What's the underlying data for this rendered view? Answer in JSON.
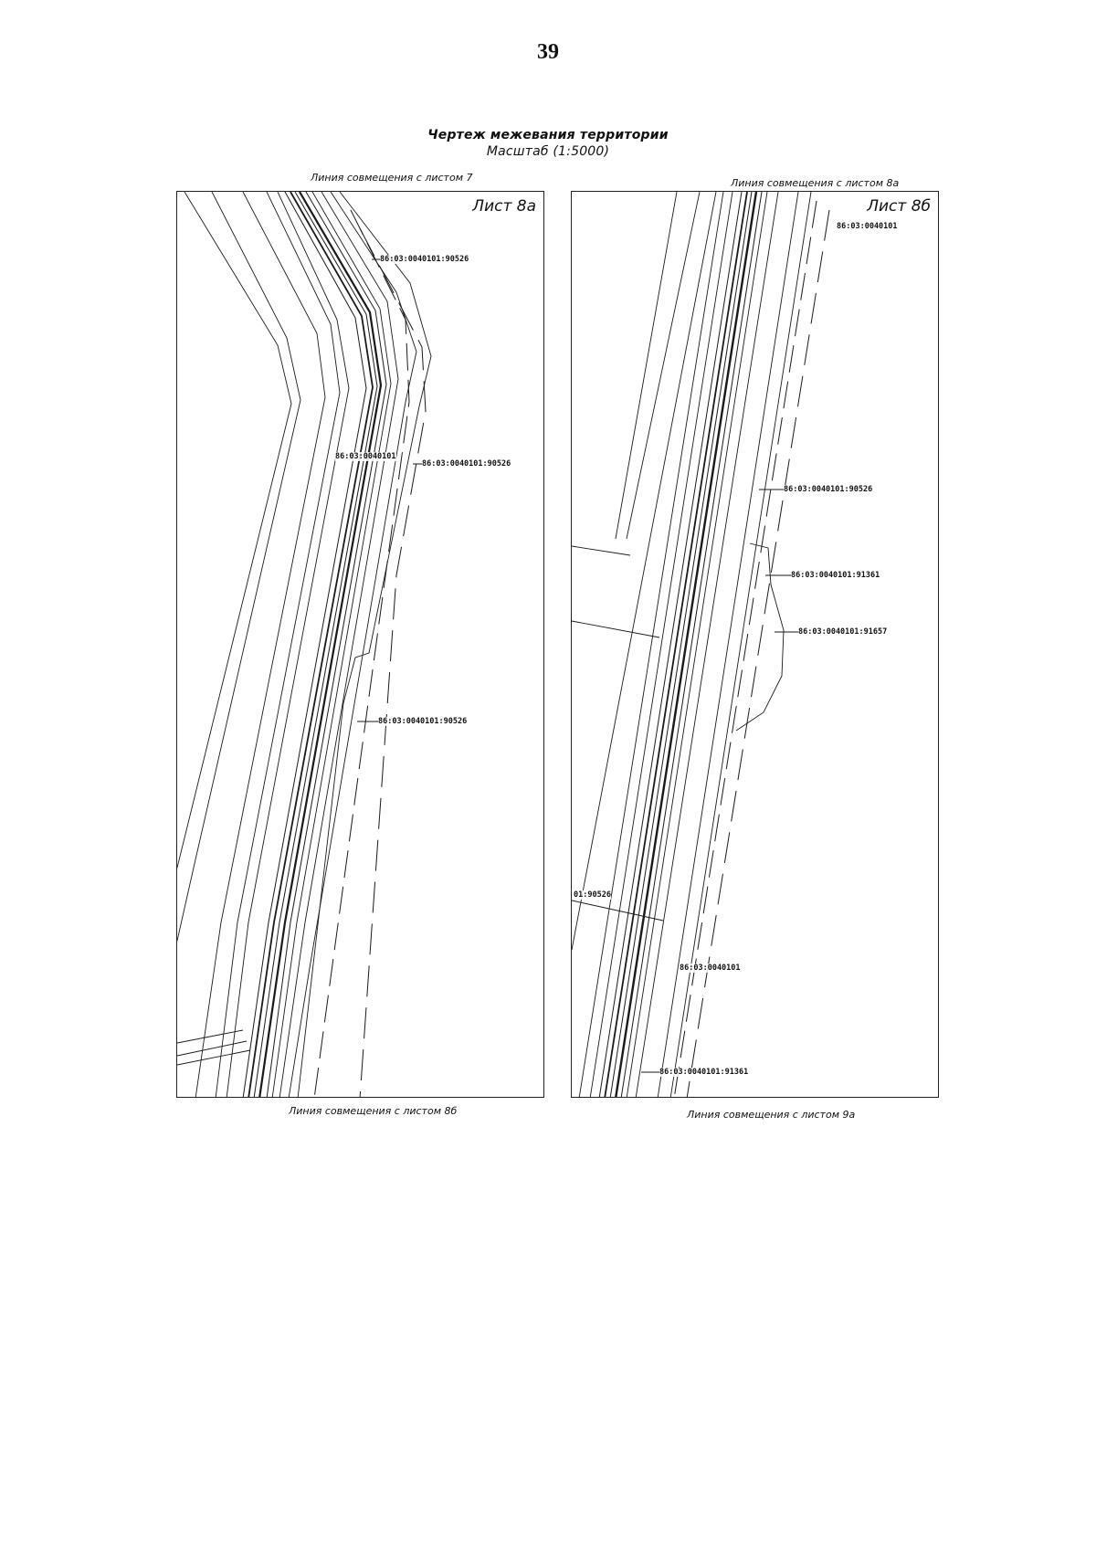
{
  "page": {
    "number": "39"
  },
  "header": {
    "title": "Чертеж межевания территории",
    "scale": "Масштаб (1:5000)"
  },
  "sheets": [
    {
      "label": "Лист 8а",
      "top_caption": "Линия совмещения с листом 7",
      "bottom_caption": "Линия совмещения с листом 8б",
      "parcels": [
        "86:03:0040101:90526",
        "86:03:0040101",
        "86:03:0040101:90526",
        "86:03:0040101:90526"
      ]
    },
    {
      "label": "Лист 8б",
      "top_caption": "Линия совмещения с листом 8а",
      "bottom_caption": "Линия совмещения с листом 9а",
      "parcels": [
        "86:03:0040101",
        "86:03:0040101:90526",
        "86:03:0040101:91361",
        "86:03:0040101:91657",
        "01:90526",
        "86:03:0040101",
        "86:03:0040101:91361"
      ]
    }
  ],
  "colors": {
    "line": "#1a1a1a",
    "background": "#ffffff"
  }
}
